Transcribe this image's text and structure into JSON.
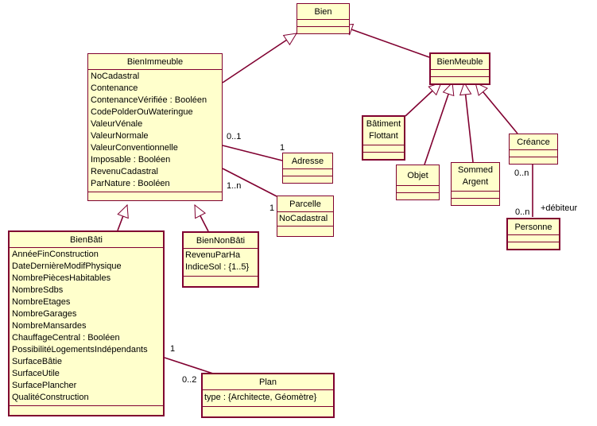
{
  "diagram": {
    "type": "UML class diagram",
    "stroke_color": "#800030",
    "fill_color": "#ffffcc"
  },
  "classes": {
    "bien": {
      "name": "Bien",
      "attributes": []
    },
    "bien_immeuble": {
      "name": "BienImmeuble",
      "attributes": [
        "NoCadastral",
        "Contenance",
        "ContenanceVérifiée : Booléen",
        "CodePolderOuWateringue",
        "ValeurVénale",
        "ValeurNormale",
        "ValeurConventionnelle",
        "Imposable : Booléen",
        "RevenuCadastral",
        "ParNature : Booléen"
      ]
    },
    "bien_meuble": {
      "name": "BienMeuble",
      "attributes": []
    },
    "adresse": {
      "name": "Adresse",
      "attributes": []
    },
    "parcelle": {
      "name": "Parcelle",
      "attributes": [
        "NoCadastral"
      ]
    },
    "bien_bati": {
      "name": "BienBâti",
      "attributes": [
        "AnnéeFinConstruction",
        "DateDernièreModifPhysique",
        "NombrePiècesHabitables",
        "NombreSdbs",
        "NombreEtages",
        "NombreGarages",
        "NombreMansardes",
        "ChauffageCentral : Booléen",
        "PossibilitéLogementsIndépendants",
        "SurfaceBâtie",
        "SurfaceUtile",
        "SurfacePlancher",
        "QualitéConstruction"
      ]
    },
    "bien_non_bati": {
      "name": "BienNonBâti",
      "attributes": [
        "RevenuParHa",
        "IndiceSol : {1..5}"
      ]
    },
    "plan": {
      "name": "Plan",
      "attributes": [
        "type : {Architecte, Géomètre}"
      ]
    },
    "batiment_flottant": {
      "name_line1": "Bâtiment",
      "name_line2": "Flottant",
      "attributes": []
    },
    "objet": {
      "name": "Objet",
      "attributes": []
    },
    "somme_argent": {
      "name_line1": "Sommed",
      "name_line2": "Argent",
      "attributes": []
    },
    "creance": {
      "name": "Créance",
      "attributes": []
    },
    "personne": {
      "name": "Personne",
      "attributes": []
    }
  },
  "associations": {
    "immeuble_adresse": {
      "source_mult": "0..1",
      "target_mult": "1"
    },
    "immeuble_parcelle": {
      "source_mult": "1..n",
      "target_mult": "1"
    },
    "bati_plan": {
      "source_mult": "1",
      "target_mult": "0..2"
    },
    "creance_personne": {
      "source_mult": "0..n",
      "target_mult": "0..n",
      "target_role": "+débiteur"
    }
  }
}
